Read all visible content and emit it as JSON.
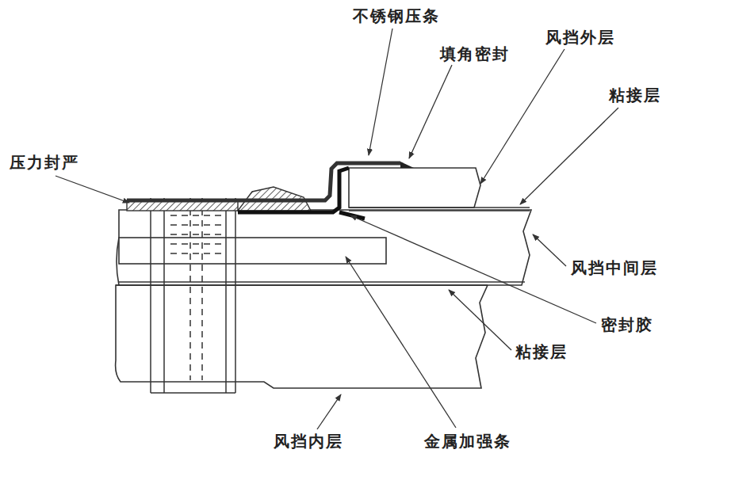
{
  "diagram": {
    "labels": [
      "不锈钢压条",
      "填角密封",
      "风挡外层",
      "粘接层",
      "压力封严",
      "风挡中间层",
      "密封胶",
      "粘接层",
      "风挡内层",
      "金属加强条"
    ]
  }
}
